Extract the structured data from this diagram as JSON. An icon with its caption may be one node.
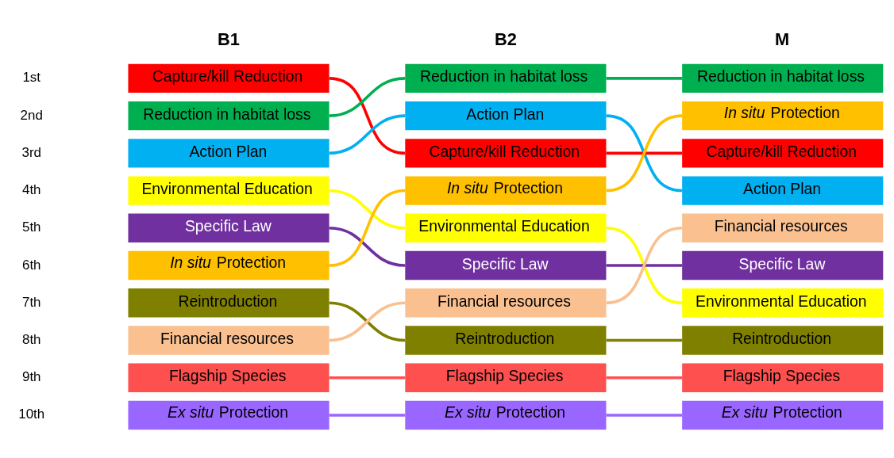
{
  "diagram": {
    "nodes": [
      {
        "text": [
          "Capture/kill Reduction"
        ]
      },
      {
        "text": [
          "Reduction in habitat loss"
        ]
      },
      {
        "text": [
          "Action Plan"
        ]
      },
      {
        "text": [
          "Environmental Education"
        ]
      },
      {
        "text": [
          "Specific Law"
        ]
      },
      {
        "text": [
          "*In situ* Protection"
        ]
      },
      {
        "text": [
          "Reintroduction"
        ]
      },
      {
        "text": [
          "Financial resources"
        ]
      },
      {
        "text": [
          "Flagship Species"
        ]
      },
      {
        "text": [
          "*Ex situ* Protection"
        ]
      },
      {
        "text": [
          "Reduction in habitat loss"
        ]
      },
      {
        "text": [
          "Action Plan"
        ]
      },
      {
        "text": [
          "Capture/kill Reduction"
        ]
      },
      {
        "text": [
          "*In situ* Protection"
        ]
      },
      {
        "text": [
          "Environmental Education"
        ]
      },
      {
        "text": [
          "Specific Law"
        ]
      },
      {
        "text": [
          "Financial resources"
        ]
      },
      {
        "text": [
          "Reintroduction"
        ]
      },
      {
        "text": [
          "Flagship Species"
        ]
      },
      {
        "text": [
          "*Ex situ* Protection"
        ]
      },
      {
        "text": [
          "Reduction in habitat loss"
        ]
      },
      {
        "text": [
          "*In situ* Protection"
        ]
      },
      {
        "text": [
          "Capture/kill Reduction"
        ]
      },
      {
        "text": [
          "Action Plan"
        ]
      },
      {
        "text": [
          "Financial resources"
        ]
      },
      {
        "text": [
          "Specific Law"
        ]
      },
      {
        "text": [
          "Environmental Education"
        ]
      },
      {
        "text": [
          "Reintroduction"
        ]
      },
      {
        "text": [
          "Flagship Species"
        ]
      },
      {
        "text": [
          "*Ex situ* Protection"
        ]
      }
    ],
    "edges": [
      {
        "from": 0,
        "to": 12,
        "arrow": "none",
        "color": "#ff0000"
      },
      {
        "from": 1,
        "to": 10,
        "arrow": "none",
        "color": "#00b050"
      },
      {
        "from": 2,
        "to": 11,
        "arrow": "none",
        "color": "#00b0f0"
      },
      {
        "from": 3,
        "to": 14,
        "arrow": "none",
        "color": "#ffff00"
      },
      {
        "from": 4,
        "to": 15,
        "arrow": "none",
        "color": "#7030a0"
      },
      {
        "from": 5,
        "to": 13,
        "arrow": "none",
        "color": "#ffc000"
      },
      {
        "from": 6,
        "to": 17,
        "arrow": "none",
        "color": "#808000"
      },
      {
        "from": 7,
        "to": 16,
        "arrow": "none",
        "color": "#fac090"
      },
      {
        "from": 8,
        "to": 18,
        "arrow": "none",
        "color": "#ff5050"
      },
      {
        "from": 9,
        "to": 19,
        "arrow": "none",
        "color": "#9966ff"
      },
      {
        "from": 10,
        "to": 20,
        "arrow": "none",
        "color": "#00b050"
      },
      {
        "from": 11,
        "to": 23,
        "arrow": "none",
        "color": "#00b0f0"
      },
      {
        "from": 12,
        "to": 22,
        "arrow": "none",
        "color": "#ff0000"
      },
      {
        "from": 13,
        "to": 21,
        "arrow": "none",
        "color": "#ffc000"
      },
      {
        "from": 14,
        "to": 26,
        "arrow": "none",
        "color": "#ffff00"
      },
      {
        "from": 15,
        "to": 25,
        "arrow": "none",
        "color": "#7030a0"
      },
      {
        "from": 16,
        "to": 24,
        "arrow": "none",
        "color": "#fac090"
      },
      {
        "from": 17,
        "to": 27,
        "arrow": "none",
        "color": "#808000"
      },
      {
        "from": 18,
        "to": 28,
        "arrow": "none",
        "color": "#ff5050"
      },
      {
        "from": 19,
        "to": 29,
        "arrow": "none",
        "color": "#9966ff"
      }
    ],
    "labels": [
      "B1",
      "B2",
      "M",
      "1st",
      "2nd",
      "3rd",
      "4th",
      "5th",
      "6th",
      "7th",
      "8th",
      "9th",
      "10th"
    ]
  }
}
